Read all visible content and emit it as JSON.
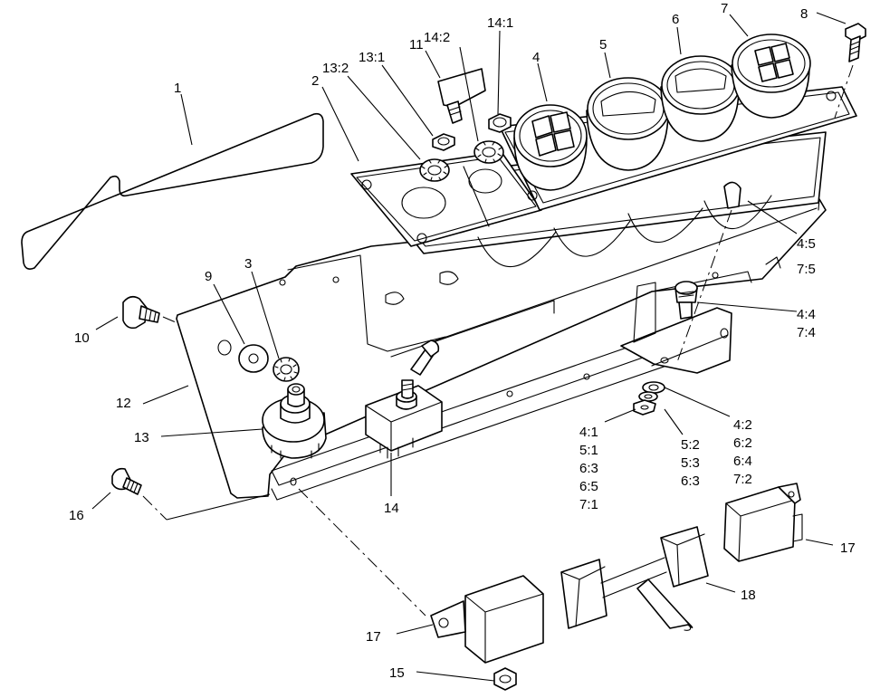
{
  "callouts": {
    "c1": "1",
    "c2": "2",
    "c3": "3",
    "c4": "4",
    "c5": "5",
    "c6": "6",
    "c7": "7",
    "c8": "8",
    "c9": "9",
    "c10": "10",
    "c11": "11",
    "c12": "12",
    "c13": "13",
    "c13_1": "13:1",
    "c13_2": "13:2",
    "c14": "14",
    "c14_1": "14:1",
    "c14_2": "14:2",
    "c15": "15",
    "c16": "16",
    "c17a": "17",
    "c17b": "17",
    "c18": "18",
    "c45": "4:5",
    "c75": "7:5",
    "c44": "4:4",
    "c74": "7:4",
    "g1": [
      "4:1",
      "5:1",
      "6:3",
      "6:5",
      "7:1"
    ],
    "g2": [
      "5:2",
      "5:3",
      "6:3"
    ],
    "g3": [
      "4:2",
      "6:2",
      "6:4",
      "7:2"
    ]
  }
}
